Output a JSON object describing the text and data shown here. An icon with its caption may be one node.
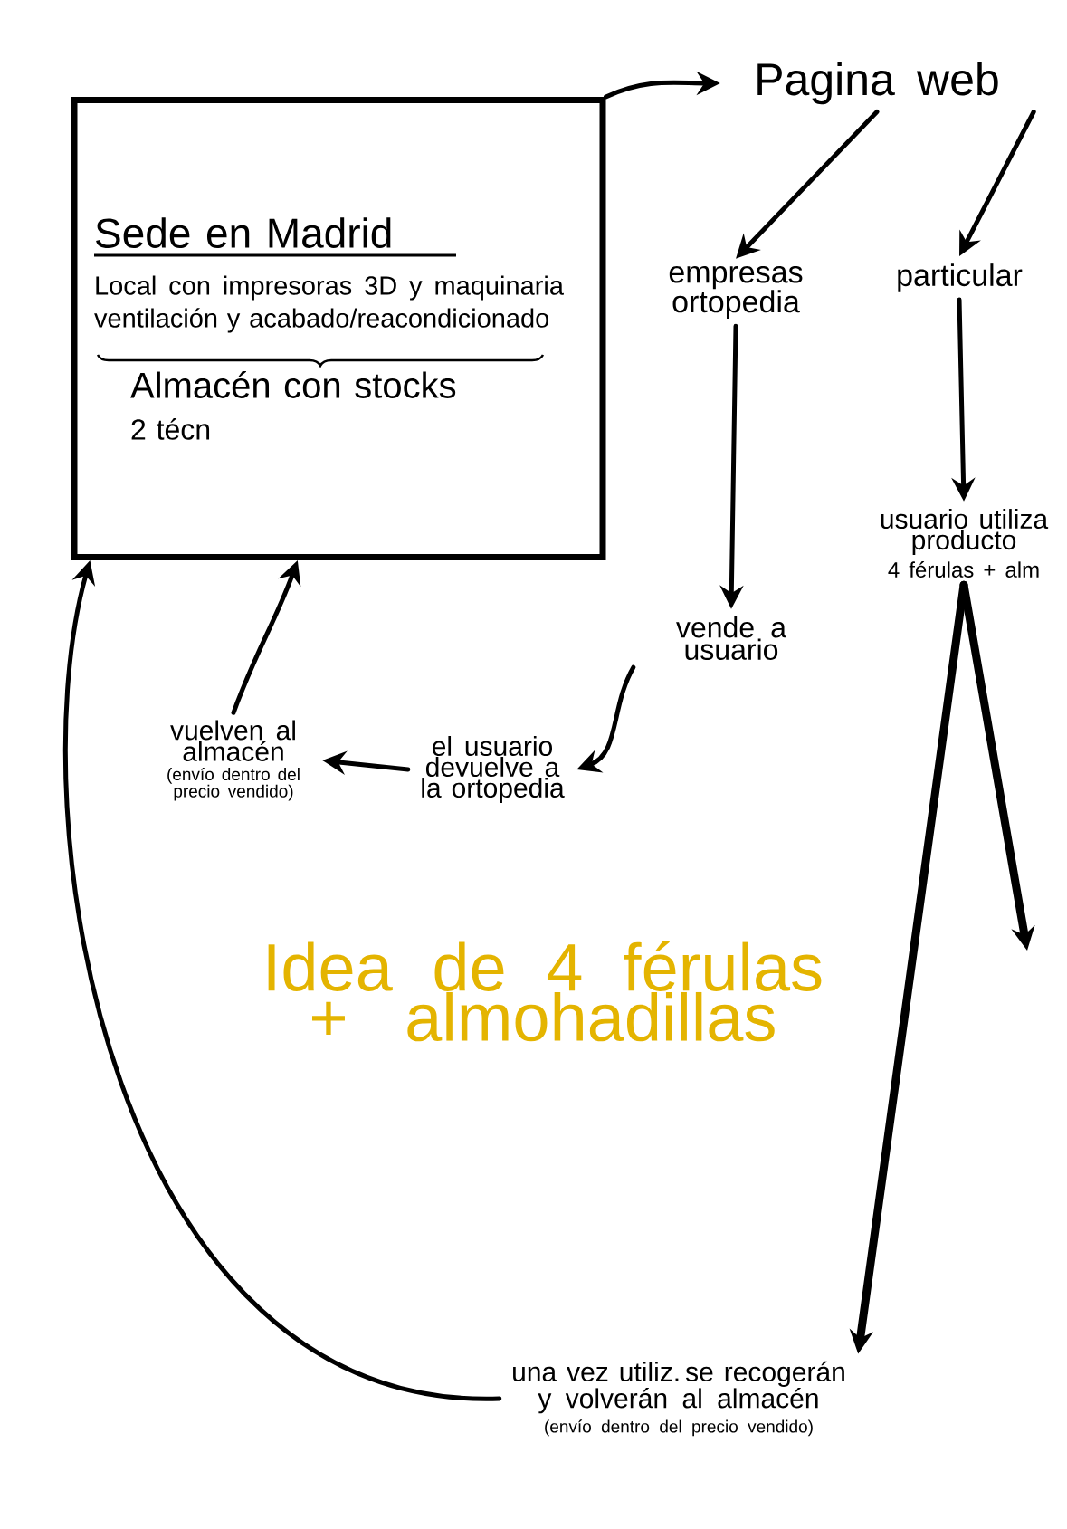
{
  "diagram": {
    "nodes": [
      {
        "text": [
          "Sede en Madrid",
          "Local con impresoras 3D y maquinaria ventilación y acabado/reacondicionado",
          "Almacén con stocks",
          "2 técn"
        ]
      },
      {
        "text": [
          "Pagina web"
        ]
      },
      {
        "text": [
          "empresas ortopedia"
        ]
      },
      {
        "text": [
          "particular"
        ]
      },
      {
        "text": [
          "usuario utiliza producto"
        ],
        "beside": [
          "4 férulas + alm"
        ]
      },
      {
        "text": [
          "vende a usuario"
        ]
      },
      {
        "text": [
          "el usuario devuelve a la ortopedia"
        ]
      },
      {
        "text": [
          "vuelven al almacén",
          "(envío dentro del precio vendido)"
        ]
      },
      {
        "text": [
          "una vez utiliz. se recogerán y volverán al almacén",
          "(envío dentro del precio vendido)"
        ]
      }
    ],
    "edges": [
      {
        "from": 0,
        "to": 1,
        "arrow": "to"
      },
      {
        "from": 1,
        "to": 2,
        "arrow": "to"
      },
      {
        "from": 1,
        "to": 3,
        "arrow": "to"
      },
      {
        "from": 3,
        "to": 4,
        "arrow": "to"
      },
      {
        "from": 2,
        "to": 5,
        "arrow": "to"
      },
      {
        "from": 5,
        "to": 6,
        "arrow": "to"
      },
      {
        "from": 6,
        "to": 7,
        "arrow": "to"
      },
      {
        "from": 7,
        "to": 0,
        "arrow": "to"
      },
      {
        "from": 4,
        "to": 8,
        "arrow": "to",
        "style": "thick"
      },
      {
        "from": 4,
        "to": null,
        "arrow": "to",
        "style": "thick"
      },
      {
        "from": 8,
        "to": 0,
        "arrow": "to"
      }
    ],
    "labels": [
      "Idea de 4 férulas + almohadillas"
    ]
  }
}
